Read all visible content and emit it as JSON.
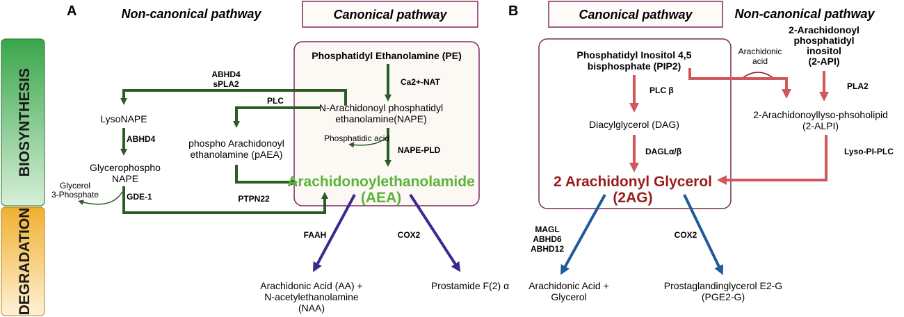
{
  "panel_a": {
    "letter": "A",
    "non_canonical_header": "Non-canonical pathway",
    "canonical_header": "Canonical pathway",
    "pe": "Phosphatidyl Ethanolamine (PE)",
    "ca_nat": "Ca2+-NAT",
    "abhd4_1": "ABHD4",
    "spla2": "sPLA2",
    "plc": "PLC",
    "nape_1": "N-Arachidonoyl phosphatidyl",
    "nape_2": "ethanolamine(NAPE)",
    "lysonape": "LysoNAPE",
    "abhd4_2": "ABHD4",
    "paea_1": "phospho Arachidonoyl",
    "paea_2": "ethanolamine (pAEA)",
    "phosphatidic_acid": "Phosphatidic acid",
    "nape_pld": "NAPE-PLD",
    "gp_nape_1": "Glycerophospho",
    "gp_nape_2": "NAPE",
    "glycerol_1": "Glycerol",
    "glycerol_2": "3-Phosphate",
    "gde1": "GDE-1",
    "ptpn22": "PTPN22",
    "aea_1": "Arachidonoylethanolamide",
    "aea_2": "(AEA)",
    "faah": "FAAH",
    "cox2": "COX2",
    "aa_1": "Arachidonic Acid (AA) +",
    "aa_2": "N-acetylethanolamine",
    "aa_3": "(NAA)",
    "prostamide": "Prostamide F(2) α"
  },
  "side_labels": {
    "biosynthesis": "BIOSYNTHESIS",
    "degradation": "DEGRADATION"
  },
  "panel_b": {
    "letter": "B",
    "canonical_header": "Canonical pathway",
    "non_canonical_header": "Non-canonical pathway",
    "pip2_1": "Phosphatidyl Inositol 4,5",
    "pip2_2": "bisphosphate (PIP2)",
    "arach_acid_1": "Arachidonic",
    "arach_acid_2": "acid",
    "api_1": "2-Arachidonoyl",
    "api_2": "phosphatidyl",
    "api_3": "inositol",
    "api_4": "(2-API)",
    "plc_beta": "PLC β",
    "pla2": "PLA2",
    "dag": "Diacylglycerol (DAG)",
    "alpi_1": "2-Arachidonoyllyso-phsoholipid",
    "alpi_2": "(2-ALPI)",
    "dagl": "DAGLα/β",
    "lyso_pi_plc": "Lyso-PI-PLC",
    "ag_1": "2 Arachidonyl Glycerol",
    "ag_2": "(2AG)",
    "magl": "MAGL",
    "abhd6": "ABHD6",
    "abhd12": "ABHD12",
    "cox2": "COX2",
    "aa_glycerol_1": "Arachidonic Acid +",
    "aa_glycerol_2": "Glycerol",
    "pge_1": "Prostaglandinglycerol E2-G",
    "pge_2": "(PGE2-G)"
  },
  "colors": {
    "green_arrow": "#2d5a27",
    "purple_arrow": "#3b2a8c",
    "red_arrow": "#d0585a",
    "blue_arrow": "#1f5a99",
    "aea_text": "#5bb33a",
    "ag_text": "#9b1b1b",
    "box_border": "#7b2a5e"
  }
}
